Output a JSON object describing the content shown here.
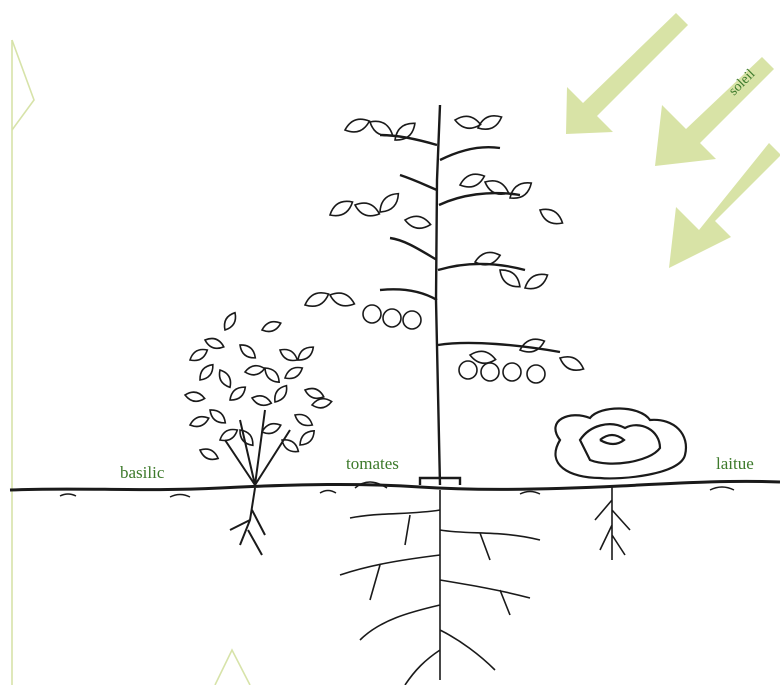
{
  "labels": {
    "basilic": "basilic",
    "tomates": "tomates",
    "laitue": "laitue",
    "soleil": "soleil"
  },
  "colors": {
    "label_text": "#3d7a2b",
    "sun_arrow": "#d8e3a6",
    "frame": "#d7e3a9",
    "ink": "#1a1a1a"
  },
  "icons": [
    "sun-arrow-icon",
    "basil-plant-icon",
    "tomato-plant-icon",
    "lettuce-plant-icon"
  ]
}
